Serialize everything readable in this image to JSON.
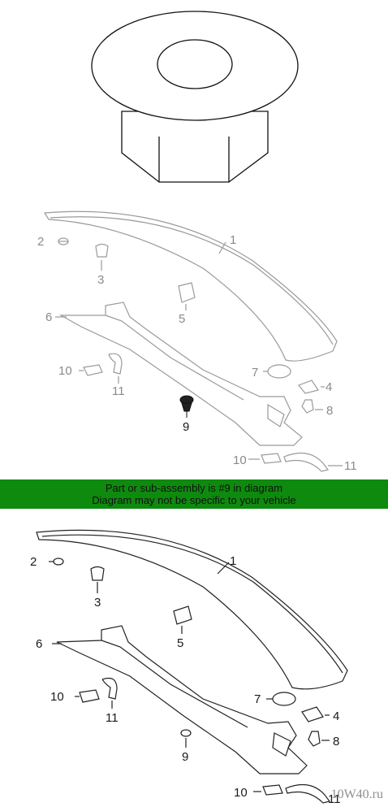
{
  "banner": {
    "line1": "Part or sub-assembly is #9 in diagram",
    "line2": "Diagram may not be specific to your vehicle",
    "color": "#0e8a0e"
  },
  "top_labels": {
    "l1": "1",
    "l2": "2",
    "l3": "3",
    "l4": "4",
    "l5": "5",
    "l6": "6",
    "l7": "7",
    "l8": "8",
    "l9": "9",
    "l10a": "10",
    "l11a": "11",
    "l10b": "10",
    "l11b": "11"
  },
  "bottom_labels": {
    "l1": "1",
    "l2": "2",
    "l3": "3",
    "l4": "4",
    "l5": "5",
    "l6": "6",
    "l7": "7",
    "l8": "8",
    "l9": "9",
    "l10a": "10",
    "l11a": "11",
    "l10b": "10",
    "l11b": "11"
  },
  "watermark": "10W40.ru",
  "colors": {
    "gray_line": "#9a9a9a",
    "dark_line": "#222222"
  }
}
